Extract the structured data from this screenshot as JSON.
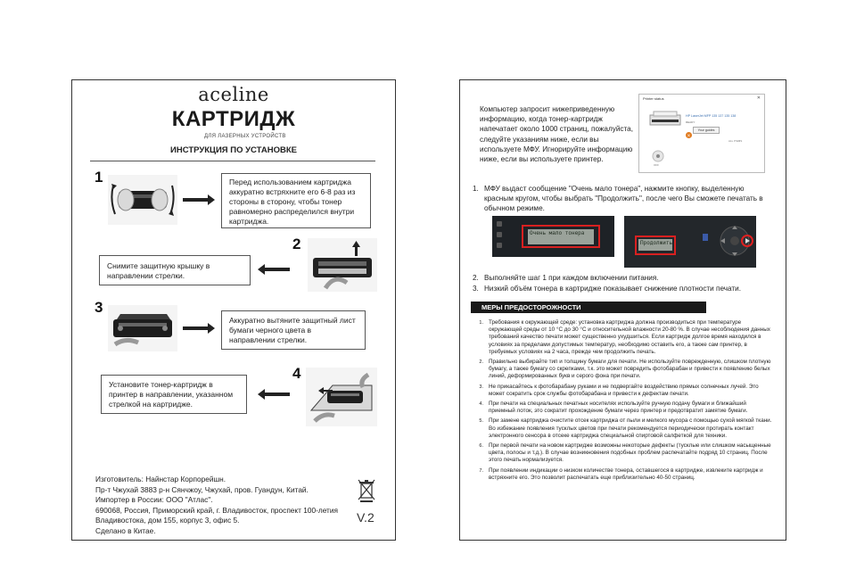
{
  "left_page": {
    "brand": "aceline",
    "title": "КАРТРИДЖ",
    "subtitle": "ДЛЯ ЛАЗЕРНЫХ УСТРОЙСТВ",
    "section_title": "ИНСТРУКЦИЯ ПО УСТАНОВКЕ",
    "steps": [
      {
        "number": "1",
        "text": "Перед использованием картриджа аккуратно встряхните его 6-8 раз из стороны в сторону, чтобы тонер равномерно распределился внутри картриджа."
      },
      {
        "number": "2",
        "text": "Снимите защитную крышку в направлении стрелки."
      },
      {
        "number": "3",
        "text": "Аккуратно вытяните защитный лист бумаги черного цвета в направлении стрелки."
      },
      {
        "number": "4",
        "text": "Установите тонер-картридж в принтер в направлении, указанном стрелкой на картридже."
      }
    ],
    "manufacturer_lines": [
      "Изготовитель: Найнстар Корпорейшн.",
      "Пр-т Чжухай 3883 р-н Сянчжоу, Чжухай, пров. Гуандун, Китай.",
      "Импортер в России: ООО \"Атлас\".",
      "690068, Россия, Приморский край, г. Владивосток, проспект 100-летия",
      "Владивостока, дом 155, корпус 3, офис 5.",
      "Сделано в Китае."
    ],
    "version": "V.2"
  },
  "right_page": {
    "intro": "Компьютер запросит нижеприведенную информацию, когда тонер-картридж напечатает около 1000 страниц, пожалуйста, следуйте указаниям ниже, если вы используете МФУ. Игнорируйте информацию ниже, если вы используете принтер.",
    "printer_status": {
      "title": "Printer status",
      "close": "✕",
      "model": "HP LaserJet MFP 135 137 135 138",
      "status": "READY",
      "button": "Your guides",
      "small": "ALL ITEMS",
      "ok_label": "OFF"
    },
    "steps": [
      {
        "number": "1.",
        "text": "МФУ выдаст сообщение \"Очень мало тонера\", нажмите кнопку, выделенную красным кругом, чтобы выбрать \"Продолжить\", после чего Вы сможете печатать в обычном режиме."
      },
      {
        "number": "2.",
        "text": "Выполняйте шаг 1 при каждом включении питания."
      },
      {
        "number": "3.",
        "text": "Низкий объём тонера в картридже показывает снижение плотности  печати."
      }
    ],
    "lcd_1": "Очень мало тонера",
    "lcd_2": "Продолжить",
    "precautions_title": "МЕРЫ ПРЕДОСТОРОЖНОСТИ",
    "precautions": [
      {
        "number": "1.",
        "text": "Требования к окружающей среде: установка картриджа должна производиться при температуре окружающей среды от 10 °С до 30 °С и относительной влажности 20-80 %. В случае несоблюдения данных требований качество печати может существенно ухудшиться. Если картридж долгое время находился в условиях за пределами допустимых температур, необходимо оставить его, а также сам принтер, в требуемых условиях на 2 часа, прежде чем продолжить печать."
      },
      {
        "number": "2.",
        "text": "Правильно выбирайте тип и толщину бумаги для печати. Не используйте поврежденную, слишком плотную бумагу, а также бумагу со скрепками, т.к. это может повредить фотобарабан и привести к появлению белых линий, деформированных букв и серого фона при печати."
      },
      {
        "number": "3.",
        "text": "Не прикасайтесь к фотобарабану руками и не подвергайте воздействию прямых солнечных лучей. Это может сократить срок службы фотобарабана и привести к дефектам печати."
      },
      {
        "number": "4.",
        "text": "При печати на специальных печатных носителях используйте ручную подачу бумаги и ближайший приемный лоток, это сократит прохождение бумаги через принтер и предотвратит замятие бумаги."
      },
      {
        "number": "5.",
        "text": "При замене картриджа очистите отсек картриджа от пыли и мелкого мусора с помощью сухой мягкой ткани. Во избежание появления тусклых цветов при печати рекомендуется периодически протирать контакт электронного сенсора в отсеке картриджа специальной спиртовой салфеткой для техники."
      },
      {
        "number": "6.",
        "text": "При первой печати на новом картридже возможны некоторые дефекты (тусклые или слишком насыщенные цвета, полосы и т.д.). В случае возникновения подобных проблем распечатайте подряд 10 страниц. После этого печать нормализуется."
      },
      {
        "number": "7.",
        "text": "При появлении индикации о низком количестве тонера, оставшегося в картридже, извлеките картридж и встряхните его. Это позволит распечатать еще приблизительно 40-50 страниц."
      }
    ]
  }
}
